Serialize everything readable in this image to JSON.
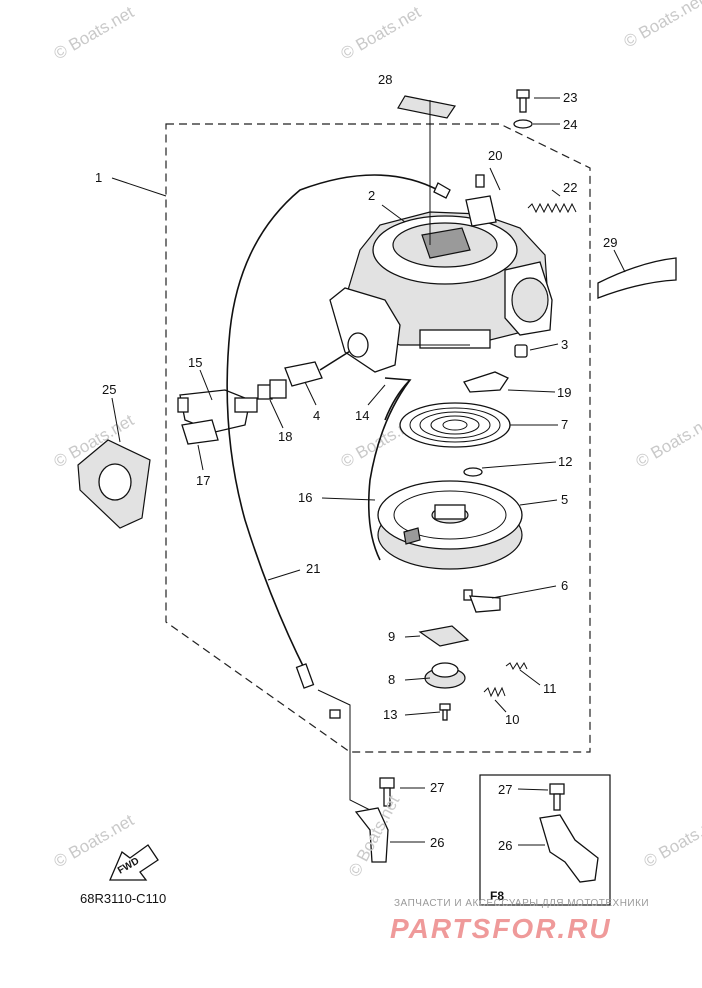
{
  "watermark": "© Boats.net",
  "diagram_code": "68R3110-C110",
  "inset_label": "F8",
  "fwd_label": "FWD",
  "footer": {
    "subtitle": "ЗАПЧАСТИ И АКСЕССУАРЫ ДЛЯ МОТОТЕХНИКИ",
    "brand": "PARTSFOR.RU"
  },
  "callouts": {
    "c1": "1",
    "c2": "2",
    "c3": "3",
    "c4": "4",
    "c5": "5",
    "c6": "6",
    "c7": "7",
    "c8": "8",
    "c9": "9",
    "c10": "10",
    "c11": "11",
    "c12": "12",
    "c13": "13",
    "c14": "14",
    "c15": "15",
    "c16": "16",
    "c17": "17",
    "c18": "18",
    "c19": "19",
    "c20": "20",
    "c21": "21",
    "c22": "22",
    "c23": "23",
    "c24": "24",
    "c25": "25",
    "c26": "26",
    "c27": "27",
    "c28": "28",
    "c29": "29",
    "inset27": "27",
    "inset26": "26"
  }
}
